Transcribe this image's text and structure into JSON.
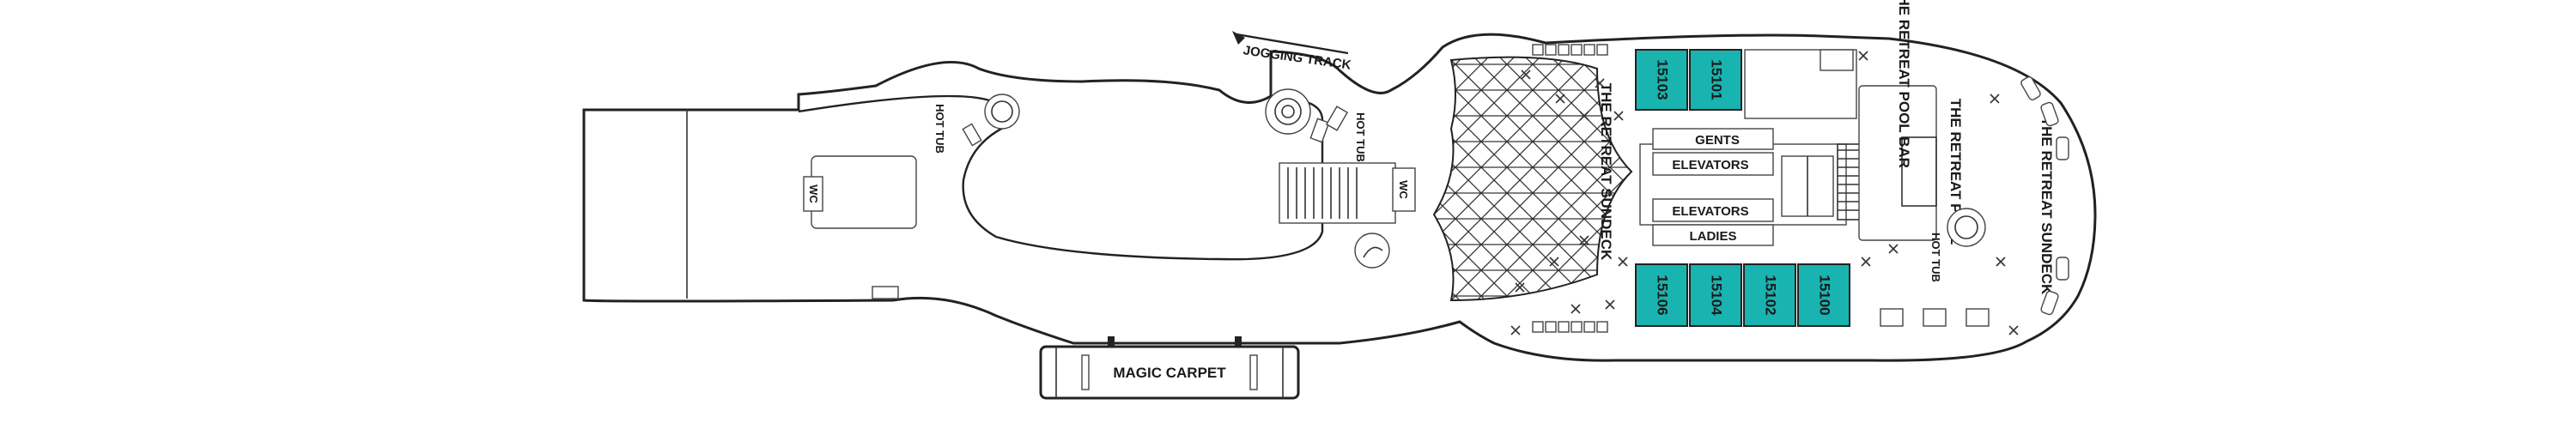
{
  "colors": {
    "outline": "#222222",
    "stateroom_fill": "#19b3b0",
    "background": "#ffffff"
  },
  "labels": {
    "jogging_track": "JOGGING TRACK",
    "hot_tub": "HOT TUB",
    "wc": "WC",
    "magic_carpet": "MAGIC CARPET",
    "elevators": "ELEVATORS",
    "gents": "GENTS",
    "ladies": "LADIES",
    "retreat_sundeck": "THE RETREAT SUNDECK",
    "retreat_pool_bar": "THE RETREAT POOL BAR",
    "retreat_pool": "THE RETREAT POOL"
  },
  "staterooms": [
    {
      "number": "15103"
    },
    {
      "number": "15101"
    },
    {
      "number": "15106"
    },
    {
      "number": "15104"
    },
    {
      "number": "15102"
    },
    {
      "number": "15100"
    }
  ],
  "icons": [
    "hot-tub-icon",
    "lounger-icon",
    "table-icon",
    "stair-icon",
    "elevator-icon"
  ]
}
